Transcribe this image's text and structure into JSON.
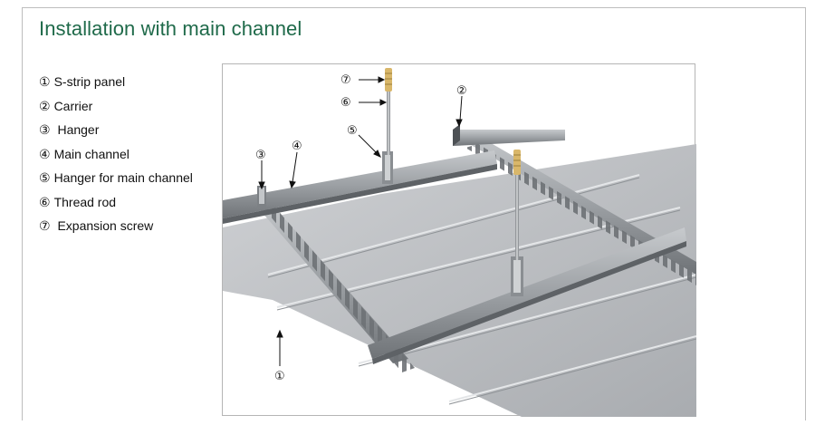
{
  "title": "Installation with main channel",
  "legend": [
    {
      "num": "①",
      "label": "S-strip panel"
    },
    {
      "num": "②",
      "label": "Carrier"
    },
    {
      "num": "③",
      "label": " Hanger"
    },
    {
      "num": "④",
      "label": "Main channel"
    },
    {
      "num": "⑤",
      "label": "Hanger for main channel"
    },
    {
      "num": "⑥",
      "label": "Thread rod"
    },
    {
      "num": "⑦",
      "label": " Expansion screw"
    }
  ],
  "callouts": {
    "c1": "①",
    "c2": "②",
    "c3": "③",
    "c4": "④",
    "c5": "⑤",
    "c6": "⑥",
    "c7": "⑦"
  },
  "colors": {
    "title": "#1f6a4a",
    "panel": "#b9bcc0",
    "channel": "#8e9296",
    "rod": "#a7abaf",
    "screw": "#d9b76a"
  }
}
